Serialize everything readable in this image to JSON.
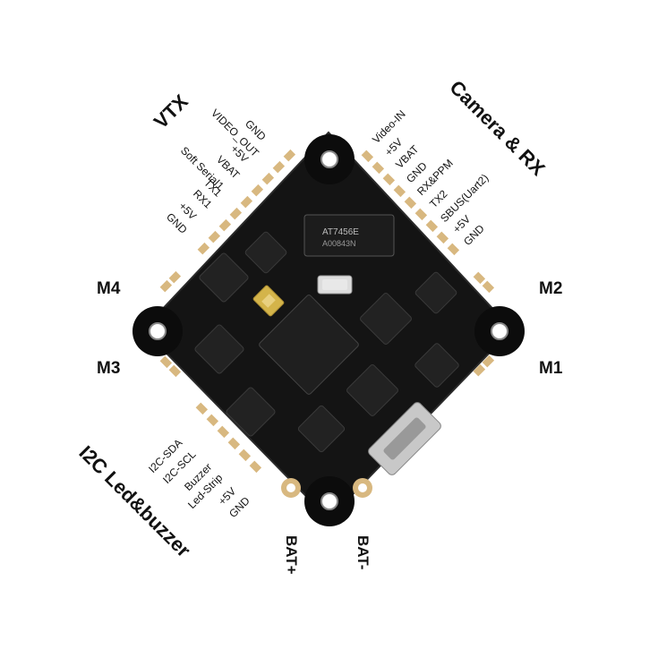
{
  "vtx": {
    "title": "VTX",
    "pins": [
      "GND",
      "VIDEO_OUT",
      "+5V",
      "VBAT",
      "Soft Serial1",
      "TX1",
      "RX1",
      "+5V",
      "GND"
    ]
  },
  "camera": {
    "title": "Camera & RX",
    "pins": [
      "Video-IN",
      "+5V",
      "VBAT",
      "GND",
      "RX&PPM",
      "TX2",
      "SBUS(Uart2)",
      "+5V",
      "GND"
    ]
  },
  "i2c": {
    "title": "I2C Led&buzzer",
    "pins": [
      "I2C-SDA",
      "I2C-SCL",
      "Buzzer",
      "Led-Strip",
      "+5V",
      "GND"
    ]
  },
  "motors": {
    "m1": "M1",
    "m2": "M2",
    "m3": "M3",
    "m4": "M4"
  },
  "battery": {
    "plus": "BAT+",
    "minus": "BAT-"
  },
  "chips": {
    "osd": "AT7456E",
    "osd_sub": "A00843N"
  },
  "colors": {
    "board": "#121212",
    "pad": "#d8b880",
    "text": "#111111",
    "chip": "#1c1c1c"
  }
}
